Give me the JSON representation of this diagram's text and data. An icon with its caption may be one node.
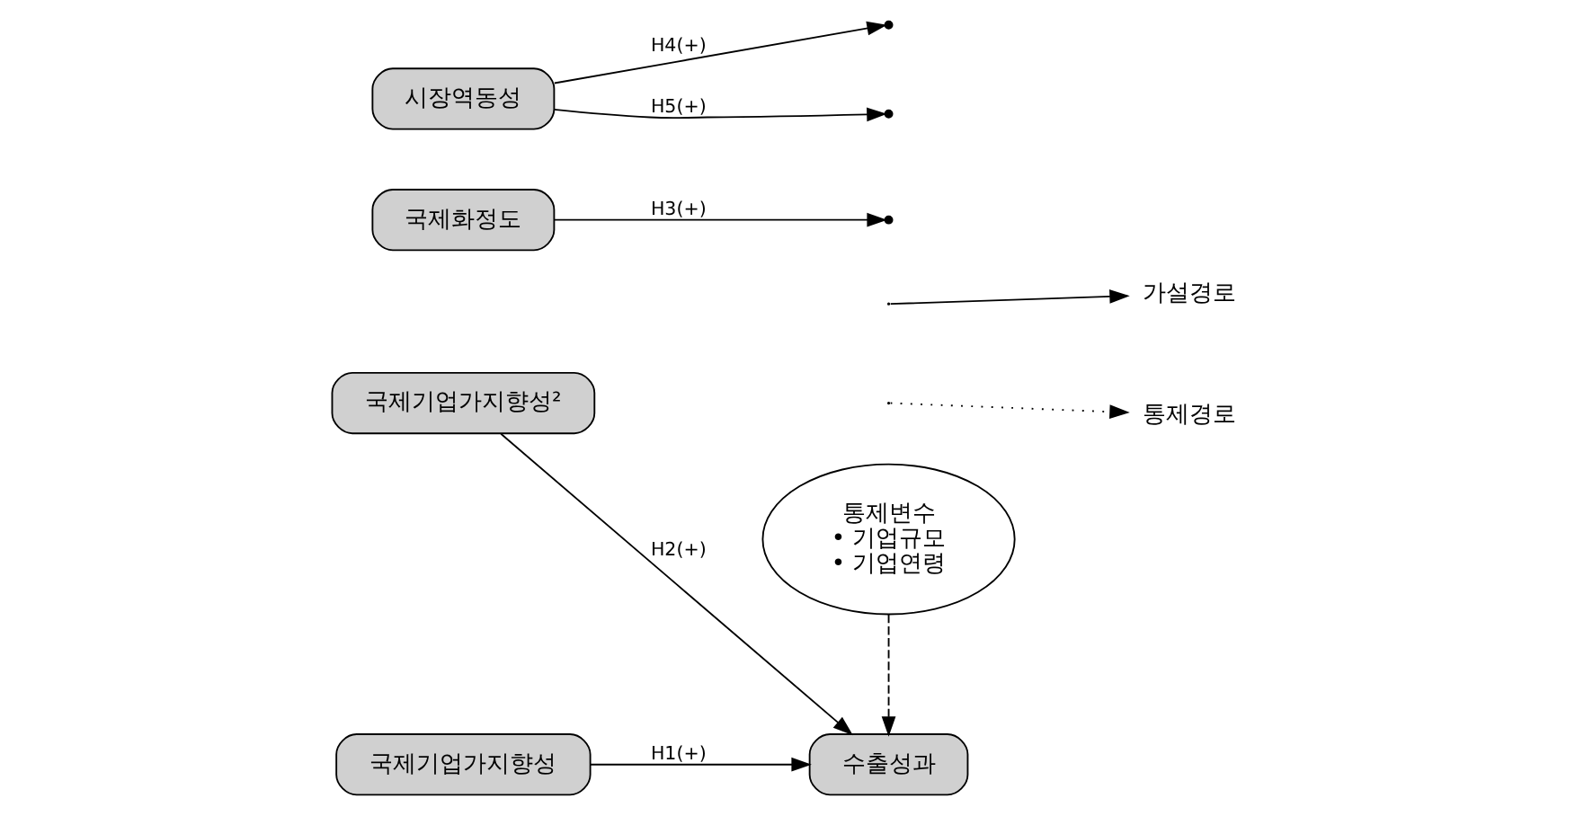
{
  "diagram": {
    "nodes": [
      {
        "text": [
          "국제기업가지향성"
        ]
      },
      {
        "text": [
          "국제화정도"
        ]
      },
      {
        "text": [
          "시장역동성"
        ]
      },
      {
        "text": [
          "국제기업가지향성²"
        ]
      },
      {
        "text": [
          "수출성과"
        ]
      },
      {
        "text": [
          "통제변수",
          "• 기업규모",
          "• 기업연령"
        ]
      }
    ],
    "edges": [
      {
        "from": 0,
        "to": 4,
        "arrow": "to",
        "label": "H1(+)"
      },
      {
        "from": 3,
        "to": 4,
        "arrow": "to",
        "label": "H2(+)"
      },
      {
        "from": 1,
        "to": null,
        "arrow": "to",
        "label": "H3(+)"
      },
      {
        "from": 2,
        "to": null,
        "arrow": "to",
        "label": "H4(+)"
      },
      {
        "from": 2,
        "to": null,
        "arrow": "to",
        "label": "H5(+)"
      },
      {
        "from": 5,
        "to": 4,
        "arrow": "to",
        "style": "dashed"
      }
    ],
    "legend": [
      {
        "text": "가설경로"
      },
      {
        "text": "통제경로"
      }
    ]
  }
}
